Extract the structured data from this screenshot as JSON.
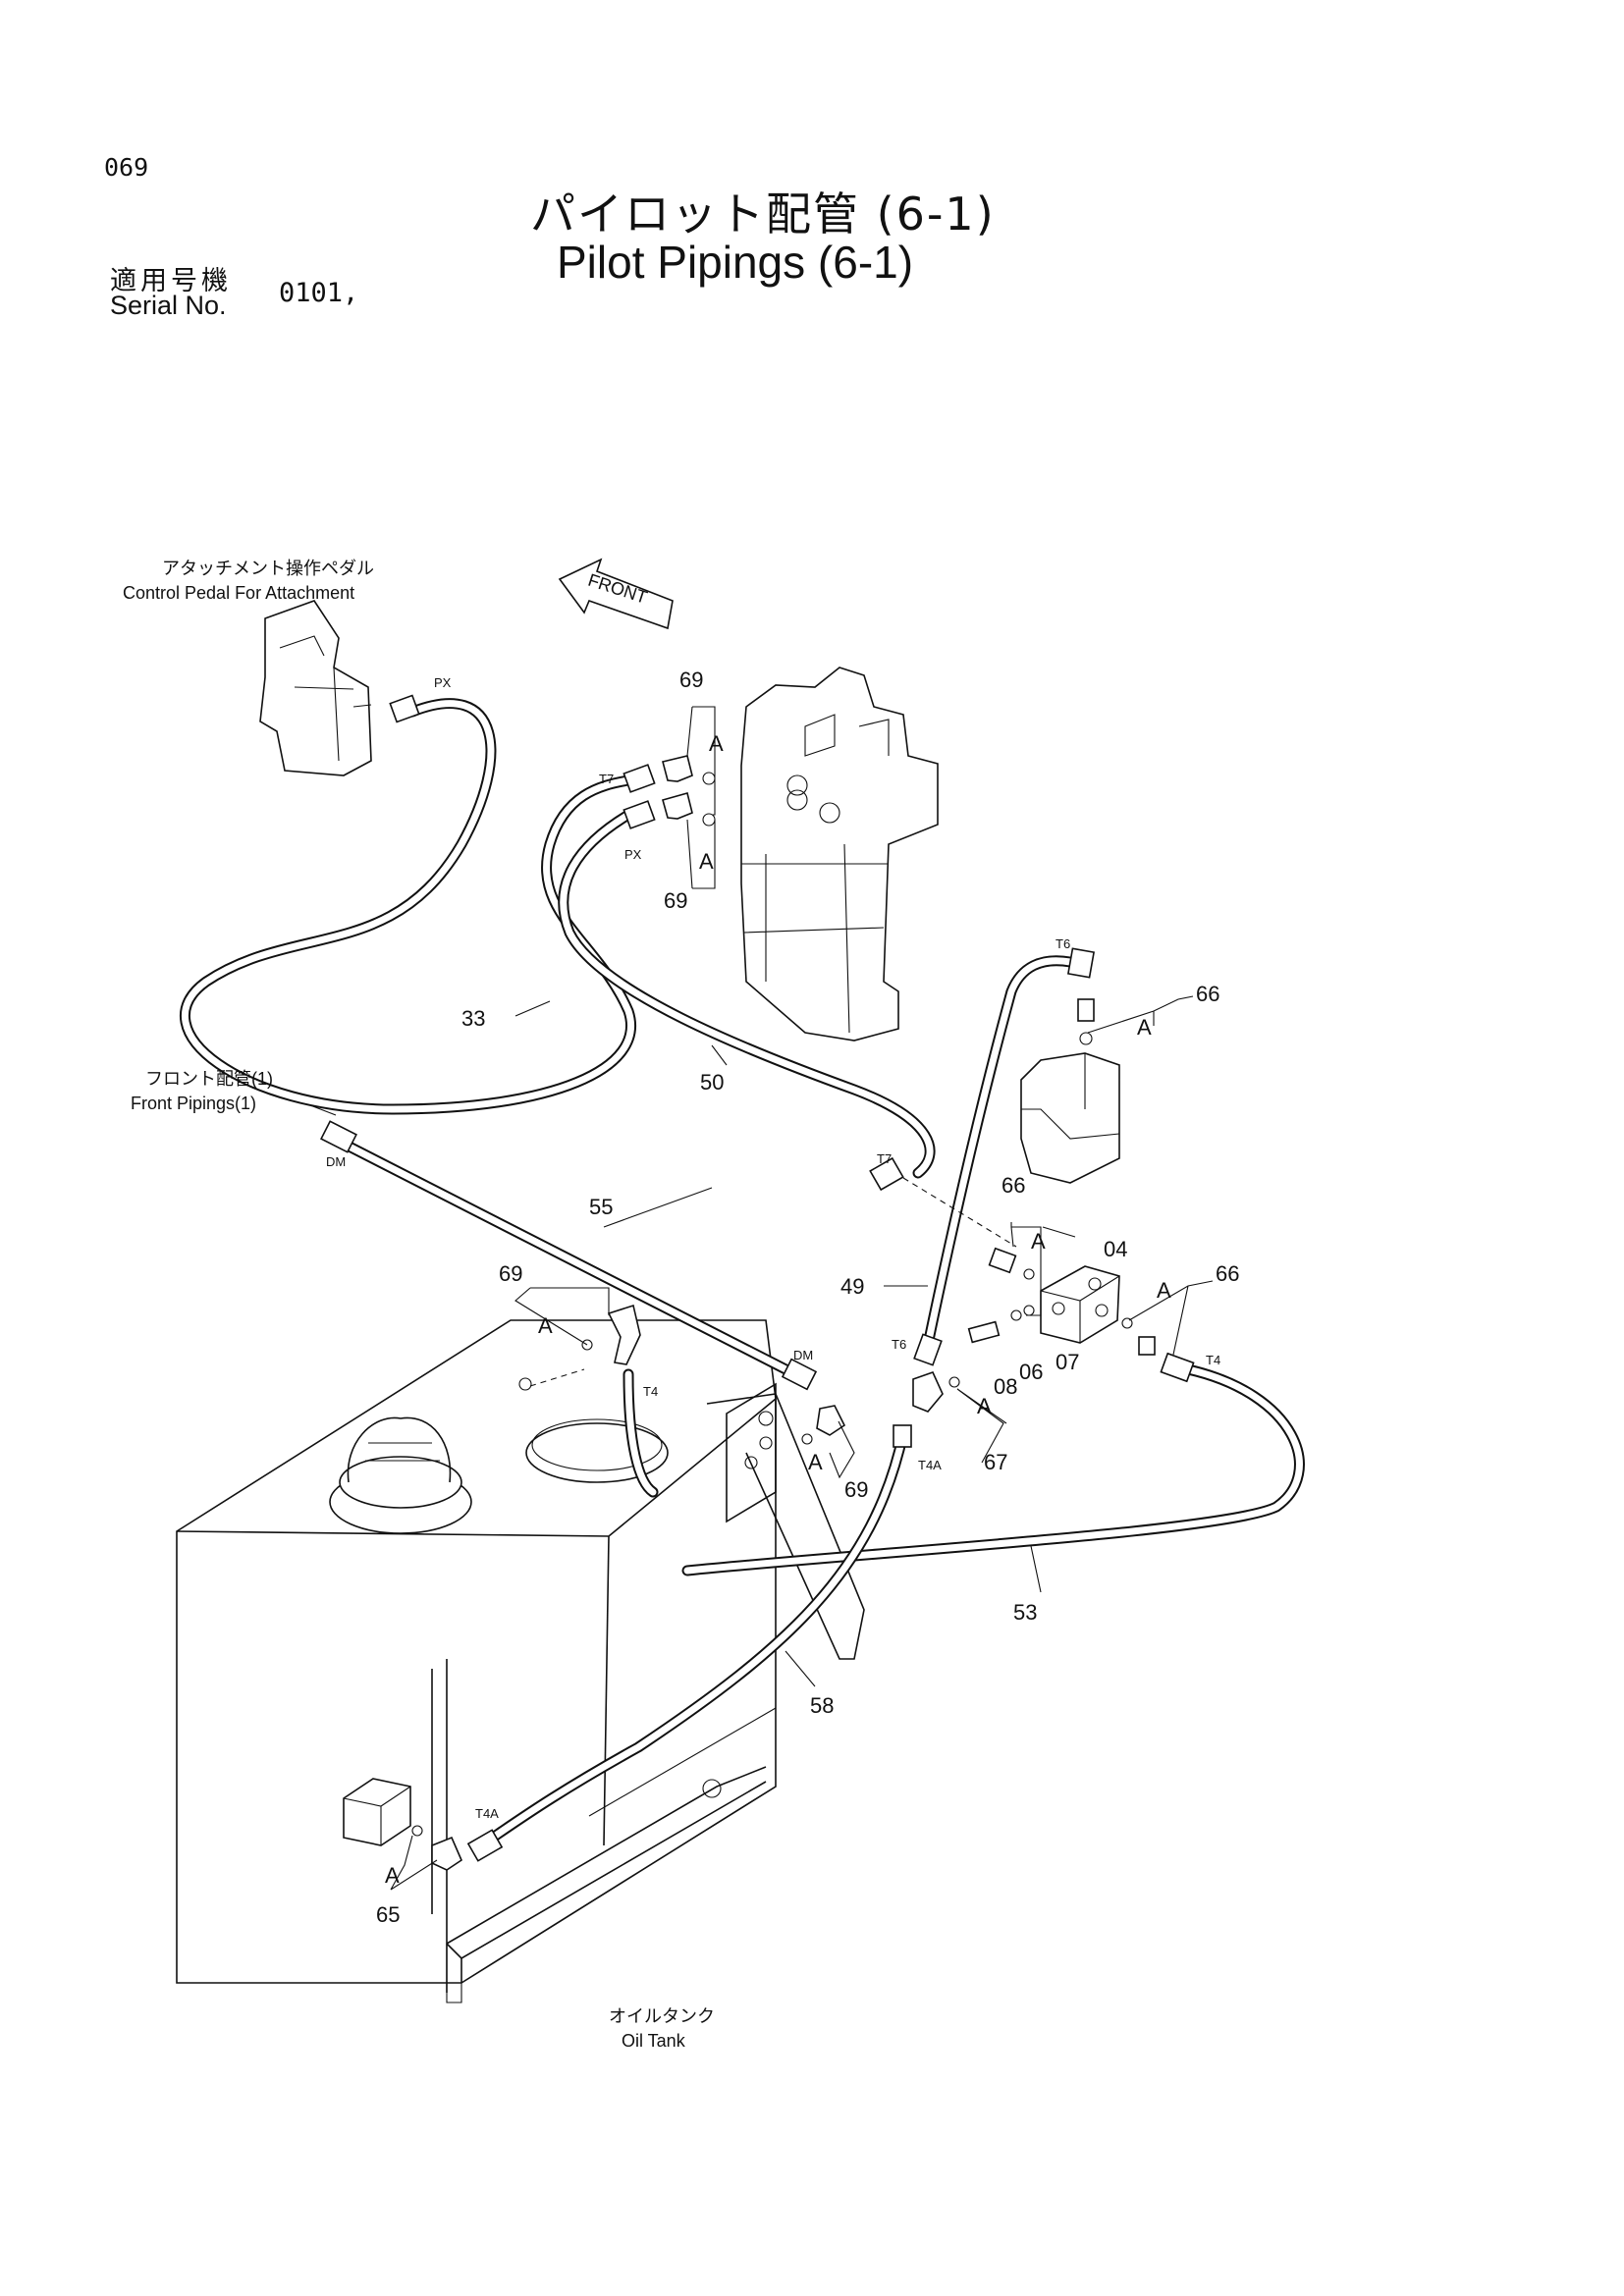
{
  "header": {
    "page_number": "069",
    "title_jp": "パイロット配管 (6-1)",
    "title_en": "Pilot Pipings (6-1)",
    "serial_label_jp": "適用号機",
    "serial_label_en": "Serial No.",
    "serial_value": "0101,"
  },
  "callouts": {
    "pedal_jp": "アタッチメント操作ペダル",
    "pedal_en": "Control Pedal For Attachment",
    "front_arrow": "FRONT",
    "front_pipings_jp": "フロント配管(1)",
    "front_pipings_en": "Front Pipings(1)",
    "oil_tank_jp": "オイルタンク",
    "oil_tank_en": "Oil Tank"
  },
  "ports": {
    "px_top": "PX",
    "t7_top": "T7",
    "px_mid": "PX",
    "t6_top": "T6",
    "t7_low": "T7",
    "dm_left": "DM",
    "dm_right": "DM",
    "t6_low": "T6",
    "t4_center": "T4",
    "t4_right": "T4",
    "t4a_center": "T4A",
    "t4a_bottom": "T4A"
  },
  "parts": {
    "p69_a": "69",
    "p69_b": "69",
    "p69_c": "69",
    "p69_d": "69",
    "p66_a": "66",
    "p66_b": "66",
    "p66_c": "66",
    "p33": "33",
    "p50": "50",
    "p55": "55",
    "p49": "49",
    "p04": "04",
    "p08": "08",
    "p06": "06",
    "p07": "07",
    "p67": "67",
    "p53": "53",
    "p58": "58",
    "p65": "65"
  },
  "detail_a": {
    "a1": "A",
    "a2": "A",
    "a3": "A",
    "a4": "A",
    "a5": "A",
    "a6": "A",
    "a7": "A",
    "a8": "A",
    "a9": "A"
  }
}
